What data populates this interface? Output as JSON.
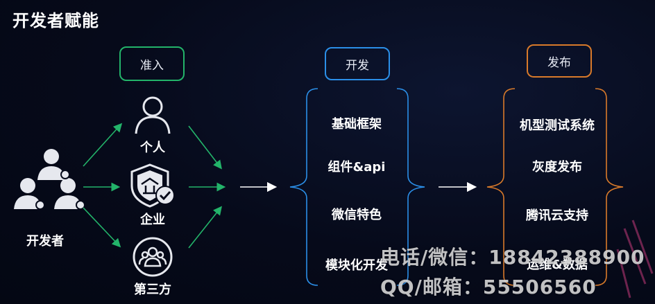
{
  "title": "开发者赋能",
  "developer": {
    "label": "开发者"
  },
  "entry": {
    "header": "准入",
    "items": [
      "个人",
      "企业",
      "第三方"
    ]
  },
  "develop": {
    "header": "开发",
    "items": [
      "基础框架",
      "组件&api",
      "微信特色",
      "模块化开发"
    ]
  },
  "publish": {
    "header": "发布",
    "items": [
      "机型测试系统",
      "灰度发布",
      "腾讯云支持",
      "运维&数据"
    ]
  },
  "watermark": {
    "line1": "电话/微信：18842388900",
    "line2": "QQ/邮箱：55506560"
  },
  "colors": {
    "green": "#23b46a",
    "blue": "#2b8fe8",
    "orange": "#d97a2a",
    "background": "#060a1a"
  },
  "icons": [
    "developer-group-icon",
    "person-icon",
    "enterprise-shield-icon",
    "third-party-group-icon"
  ]
}
